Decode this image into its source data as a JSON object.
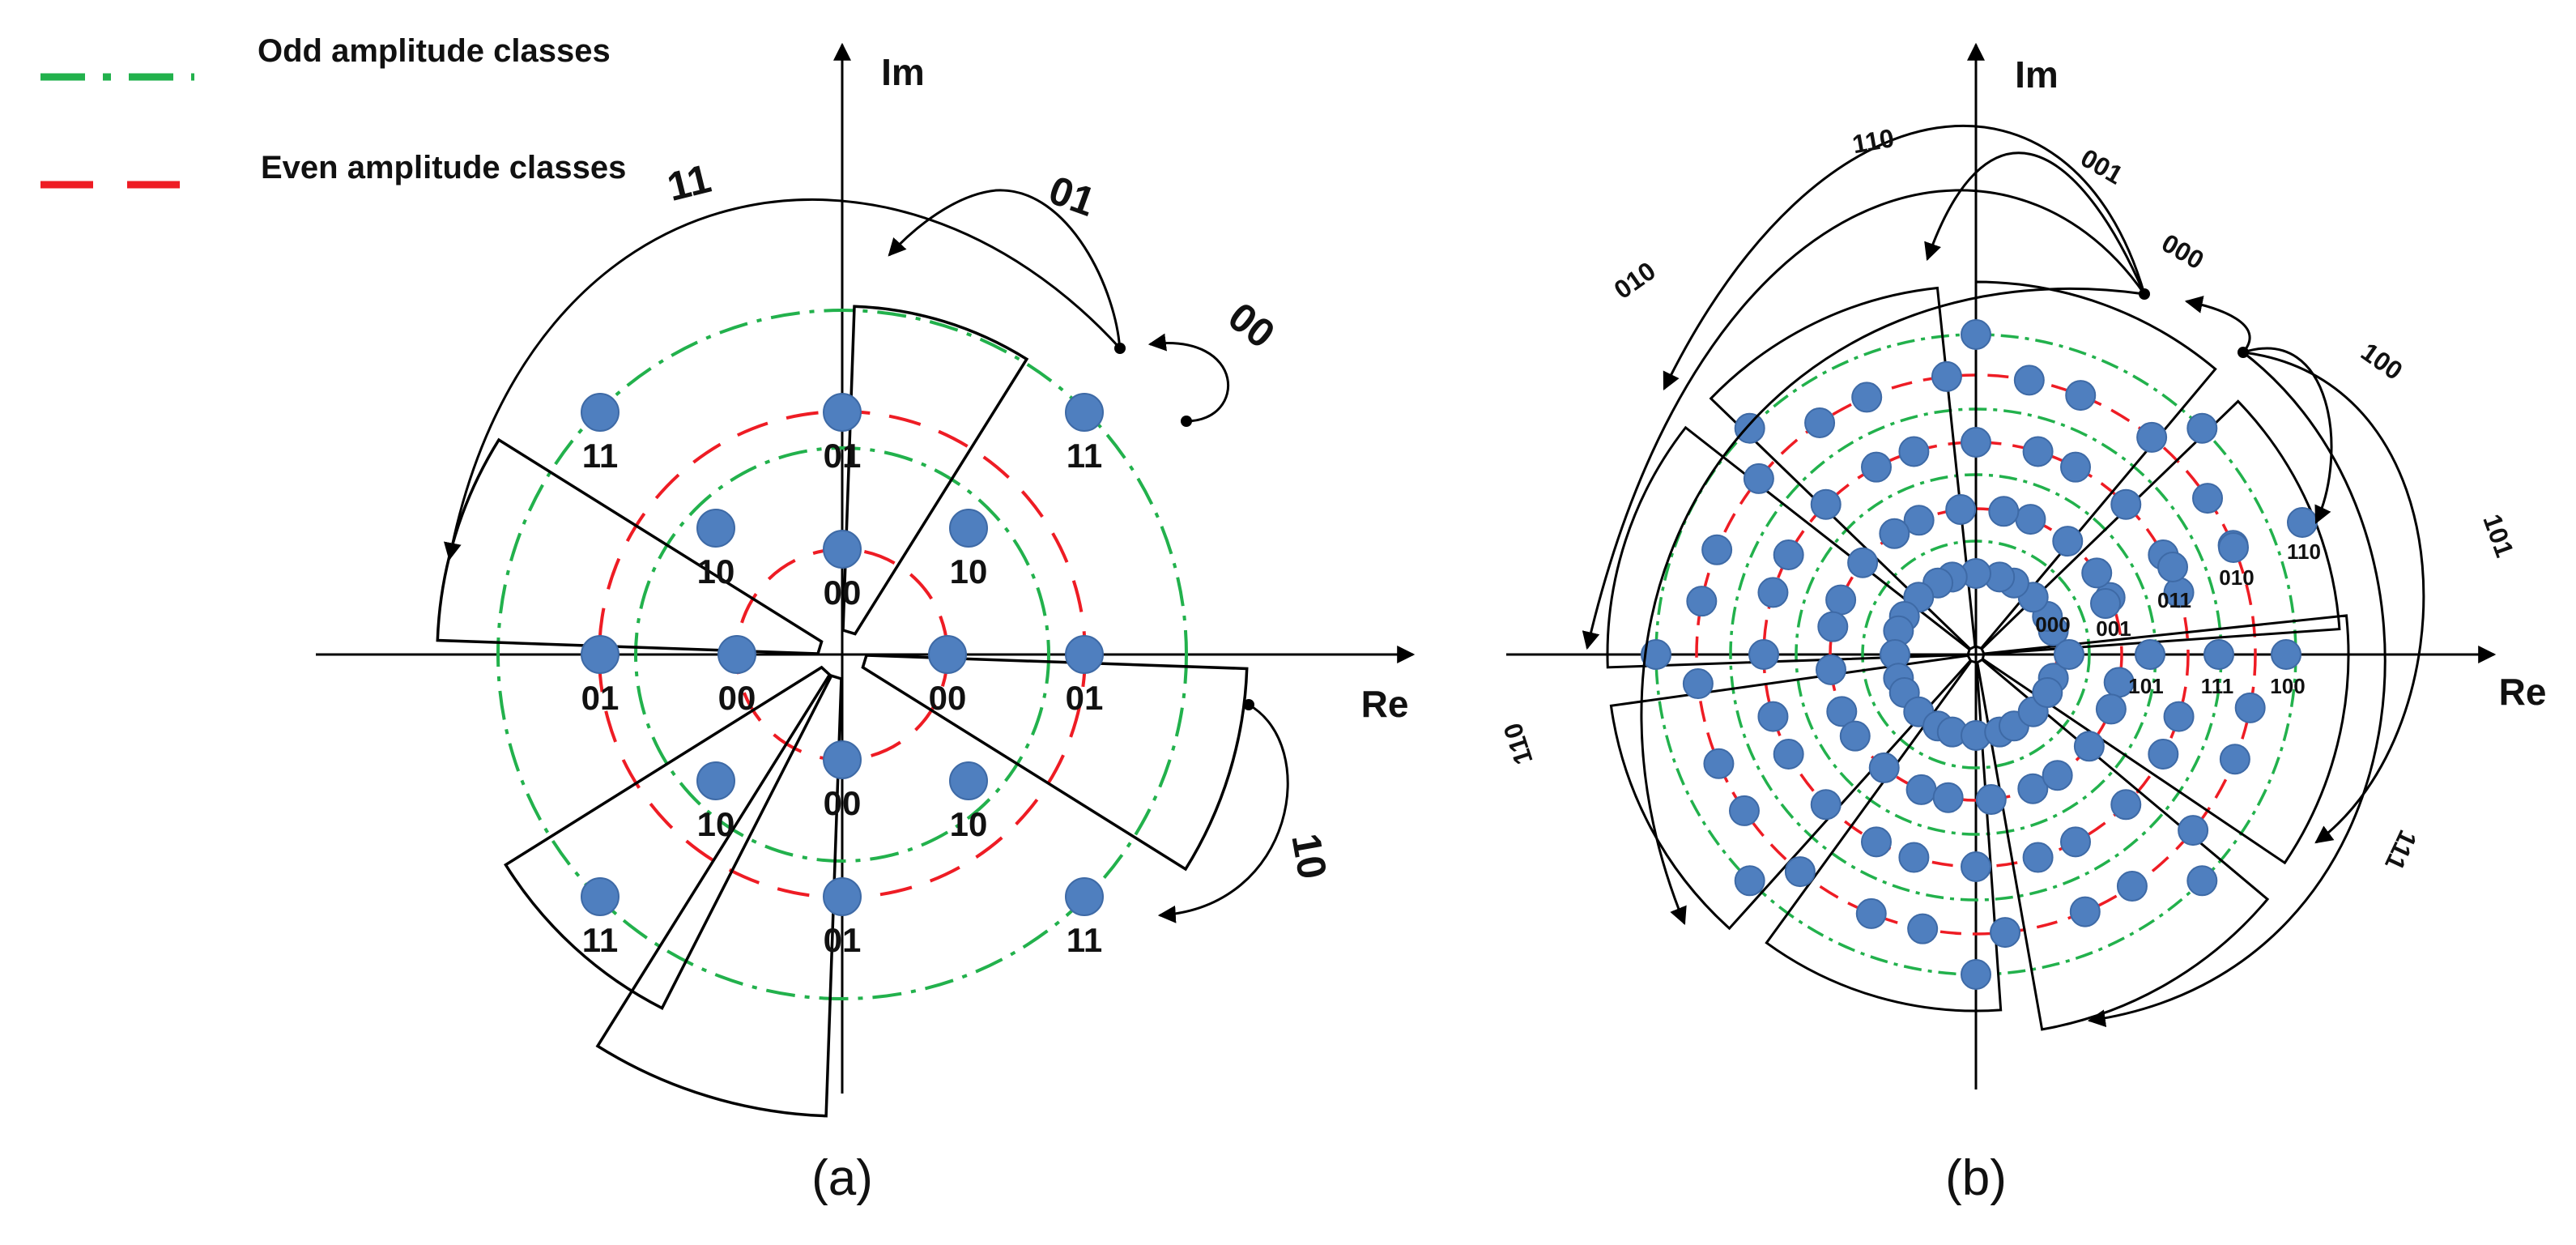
{
  "legend": {
    "odd": "Odd amplitude classes",
    "even": "Even amplitude classes",
    "odd_color": "#22b14c",
    "even_color": "#ee1c24"
  },
  "colors": {
    "point": "#4f7fbf",
    "point_edge": "#3e6aa6",
    "line": "#000000"
  },
  "axes": {
    "re": "Re",
    "im": "Im"
  },
  "panel_a": {
    "caption": "(a)",
    "points": [
      {
        "x": 0,
        "y": 0.5,
        "label": "00"
      },
      {
        "x": 0.5,
        "y": 0,
        "label": "00"
      },
      {
        "x": 0,
        "y": -0.5,
        "label": "00"
      },
      {
        "x": -0.5,
        "y": 0,
        "label": "00"
      },
      {
        "x": 0.6,
        "y": 0.6,
        "label": "10"
      },
      {
        "x": -0.6,
        "y": 0.6,
        "label": "10"
      },
      {
        "x": -0.6,
        "y": -0.6,
        "label": "10"
      },
      {
        "x": 0.6,
        "y": -0.6,
        "label": "10"
      },
      {
        "x": 0,
        "y": 1.15,
        "label": "01"
      },
      {
        "x": 1.15,
        "y": 0,
        "label": "01"
      },
      {
        "x": 0,
        "y": -1.15,
        "label": "01"
      },
      {
        "x": -1.15,
        "y": 0,
        "label": "01"
      },
      {
        "x": 1.15,
        "y": 1.15,
        "label": "11"
      },
      {
        "x": -1.15,
        "y": 1.15,
        "label": "11"
      },
      {
        "x": -1.15,
        "y": -1.15,
        "label": "11"
      },
      {
        "x": 1.15,
        "y": -1.15,
        "label": "11"
      }
    ],
    "arrow_labels": [
      "11",
      "01",
      "00",
      "10"
    ]
  },
  "panel_b": {
    "caption": "(b)",
    "point_labels": [
      "000",
      "001",
      "011",
      "010",
      "110",
      "101",
      "111",
      "100"
    ],
    "arrow_labels": [
      "110",
      "001",
      "000",
      "010",
      "100",
      "101",
      "110",
      "111"
    ]
  }
}
